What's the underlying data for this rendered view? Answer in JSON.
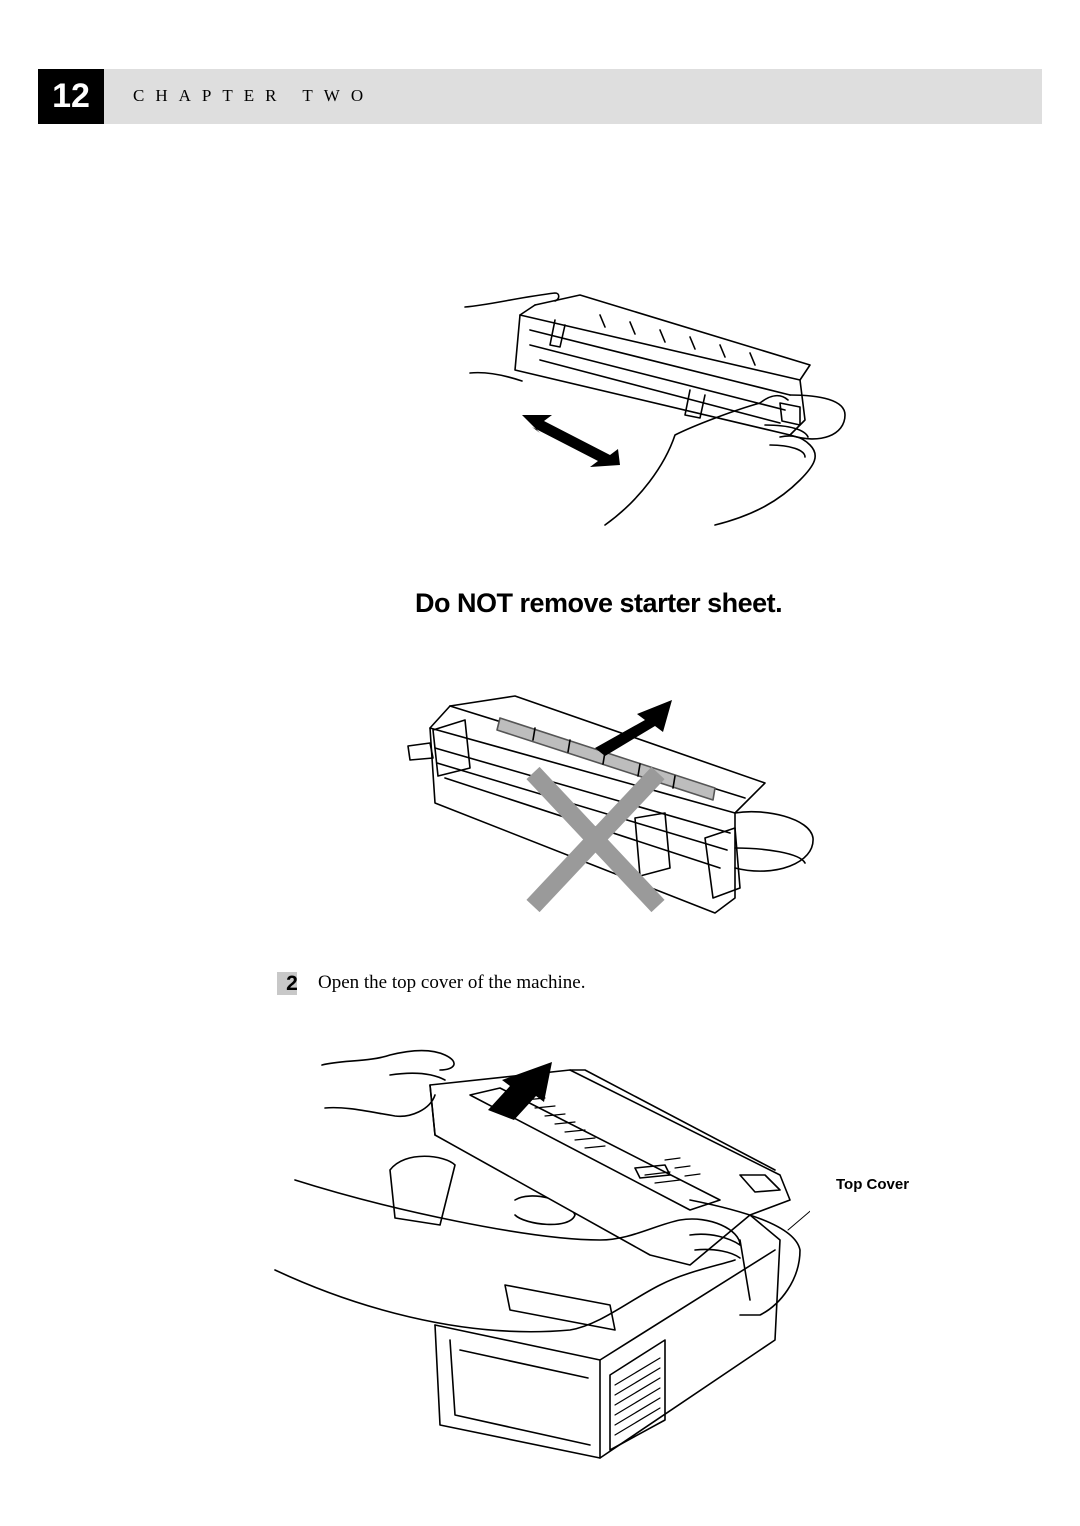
{
  "header": {
    "page_number": "12",
    "chapter_title": "CHAPTER TWO"
  },
  "figure1": {
    "icon": "drum-unit-rocking-icon"
  },
  "warning": {
    "caption": "Do NOT remove starter sheet."
  },
  "figure2": {
    "icon": "starter-sheet-prohibited-icon"
  },
  "step": {
    "number": "2",
    "text": "Open the top cover of the machine."
  },
  "figure3": {
    "icon": "open-top-cover-icon",
    "callout": "Top Cover"
  }
}
